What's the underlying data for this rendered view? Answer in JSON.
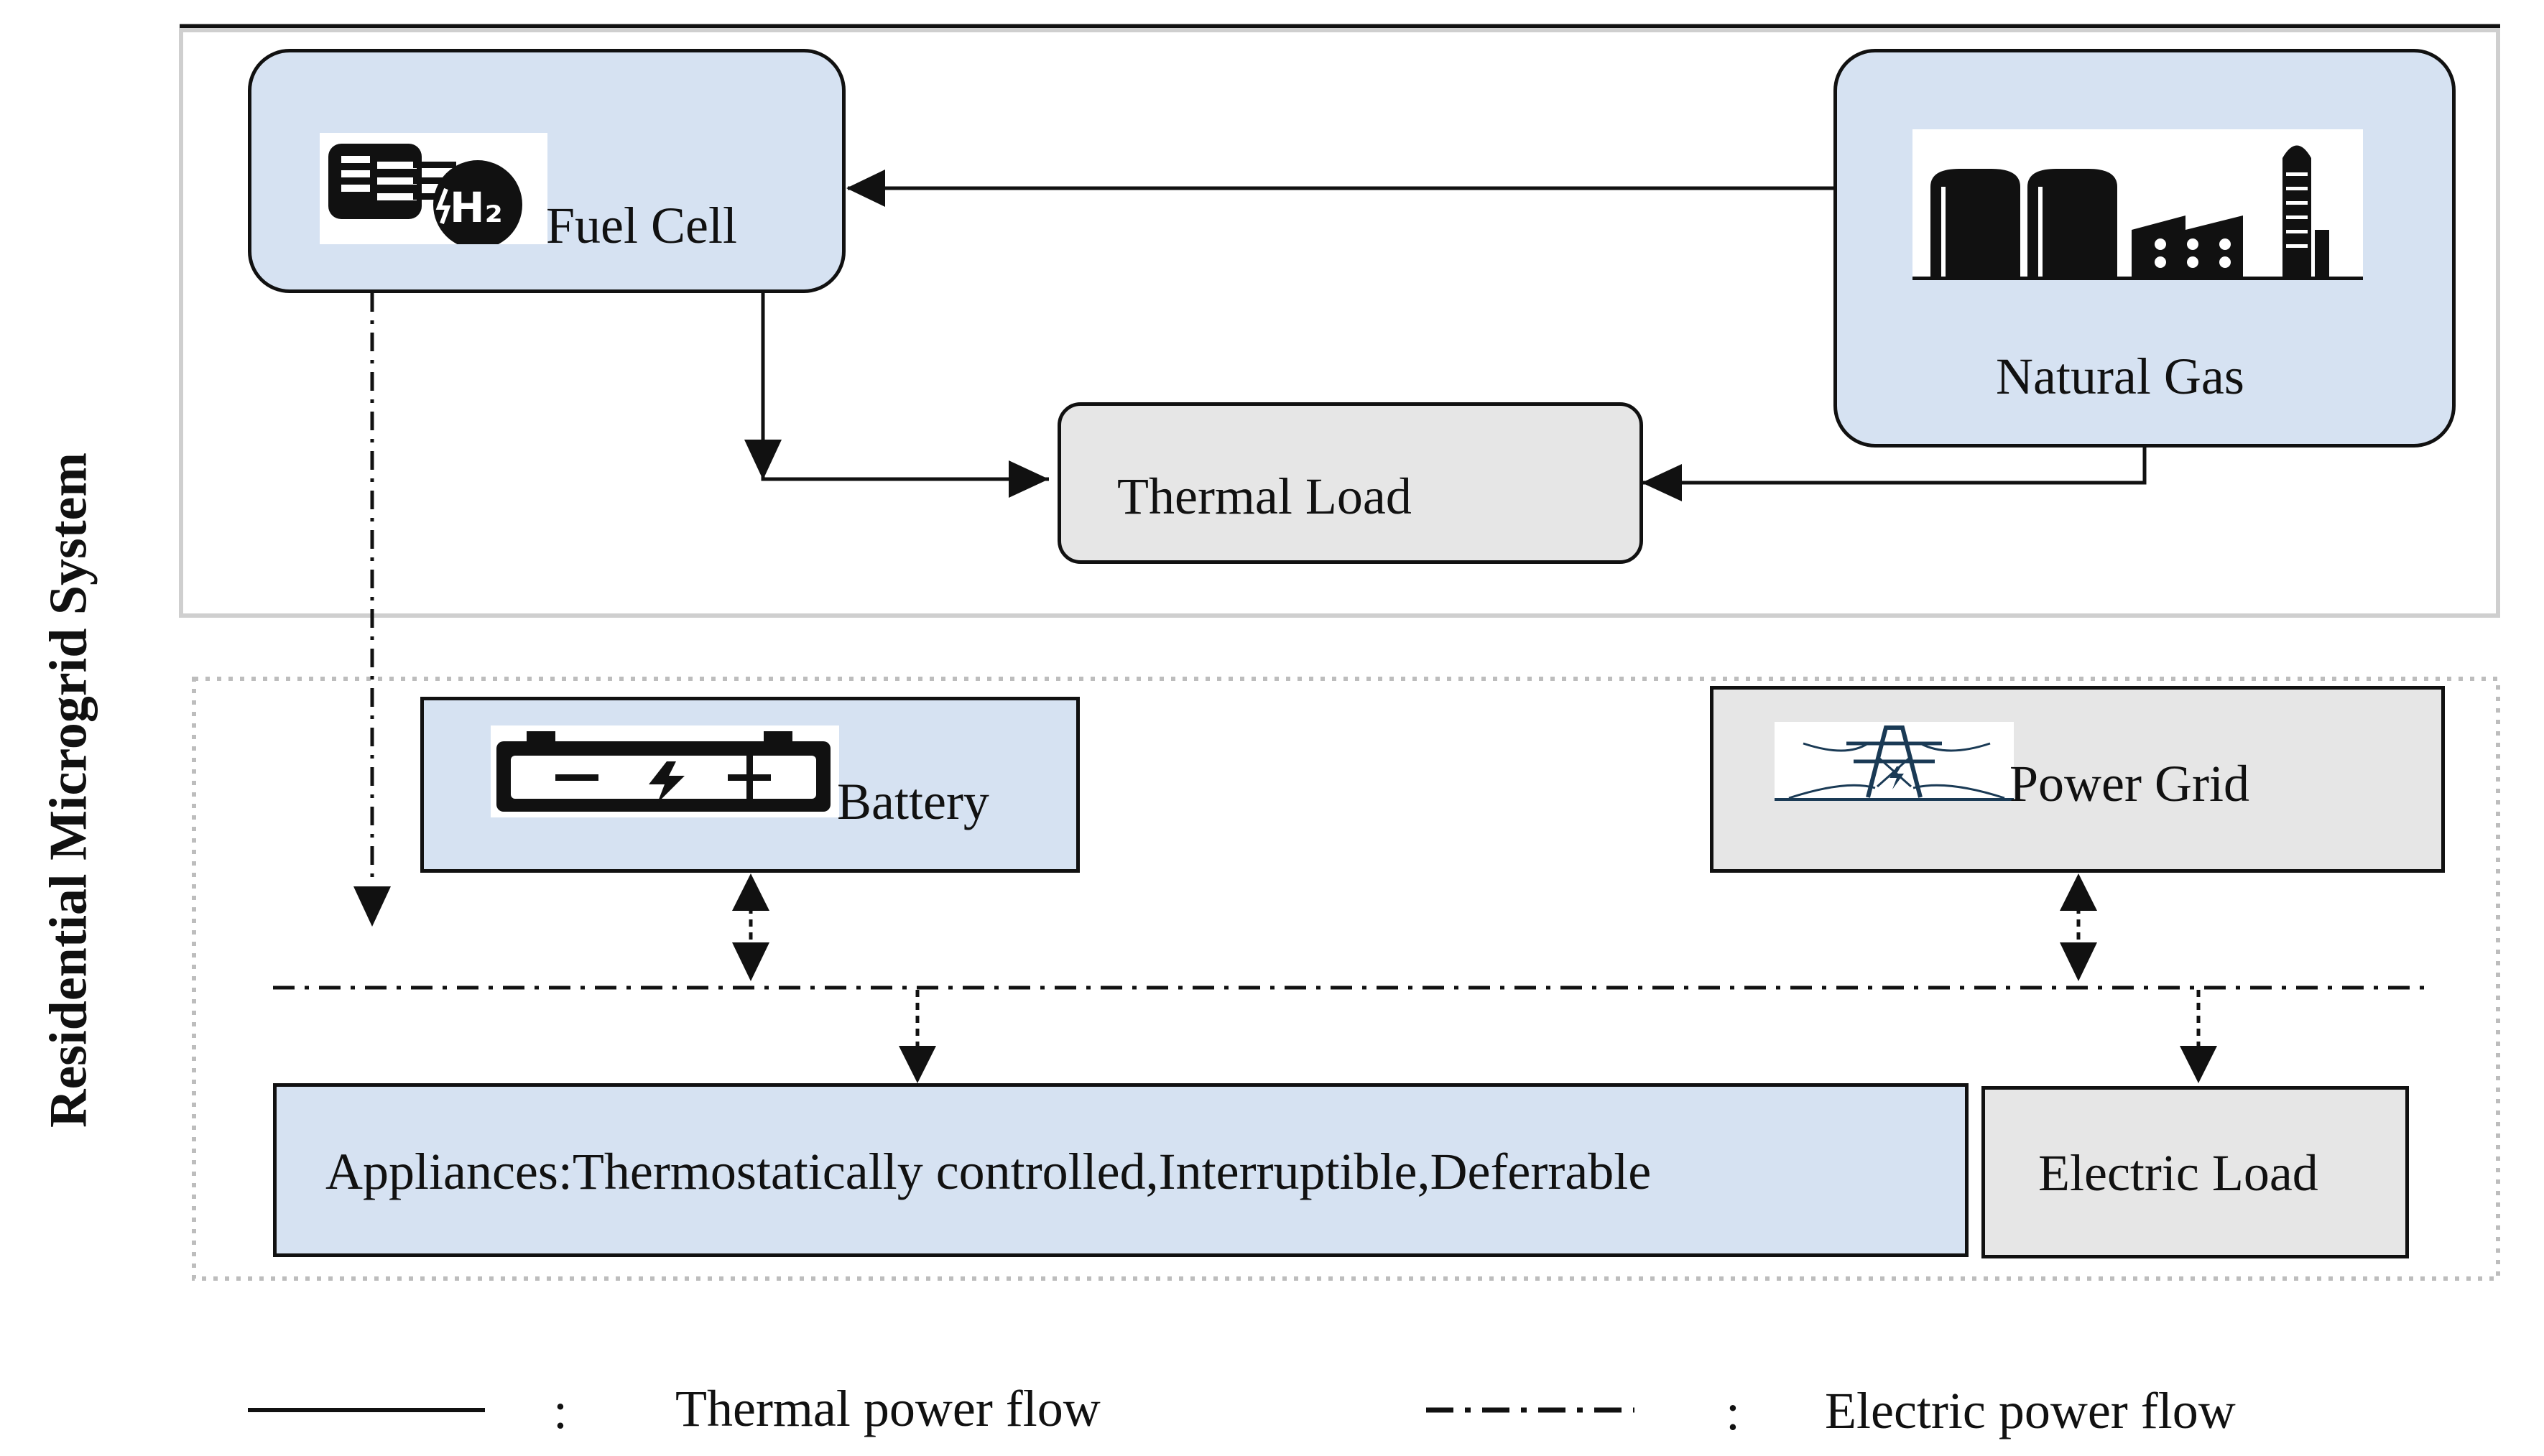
{
  "side_label": "Residential Microgrid System",
  "nodes": {
    "fuel_cell": {
      "label": "Fuel Cell",
      "icon": "fuel-cell-h2-icon"
    },
    "natural_gas": {
      "label": "Natural Gas",
      "icon": "gas-plant-icon"
    },
    "thermal_load": {
      "label": "Thermal Load"
    },
    "battery": {
      "label": "Battery",
      "icon": "battery-icon"
    },
    "power_grid": {
      "label": "Power Grid",
      "icon": "transmission-tower-icon"
    },
    "appliances": {
      "label": "Appliances:Thermostatically controlled,Interruptible,Deferrable"
    },
    "electric_load": {
      "label": "Electric Load"
    }
  },
  "legend": {
    "separator": ":",
    "thermal": "Thermal power flow",
    "electric": "Electric power flow"
  },
  "colors": {
    "blue_fill": "#d6e2f2",
    "gray_fill": "#e6e6e6",
    "stroke": "#111111"
  }
}
